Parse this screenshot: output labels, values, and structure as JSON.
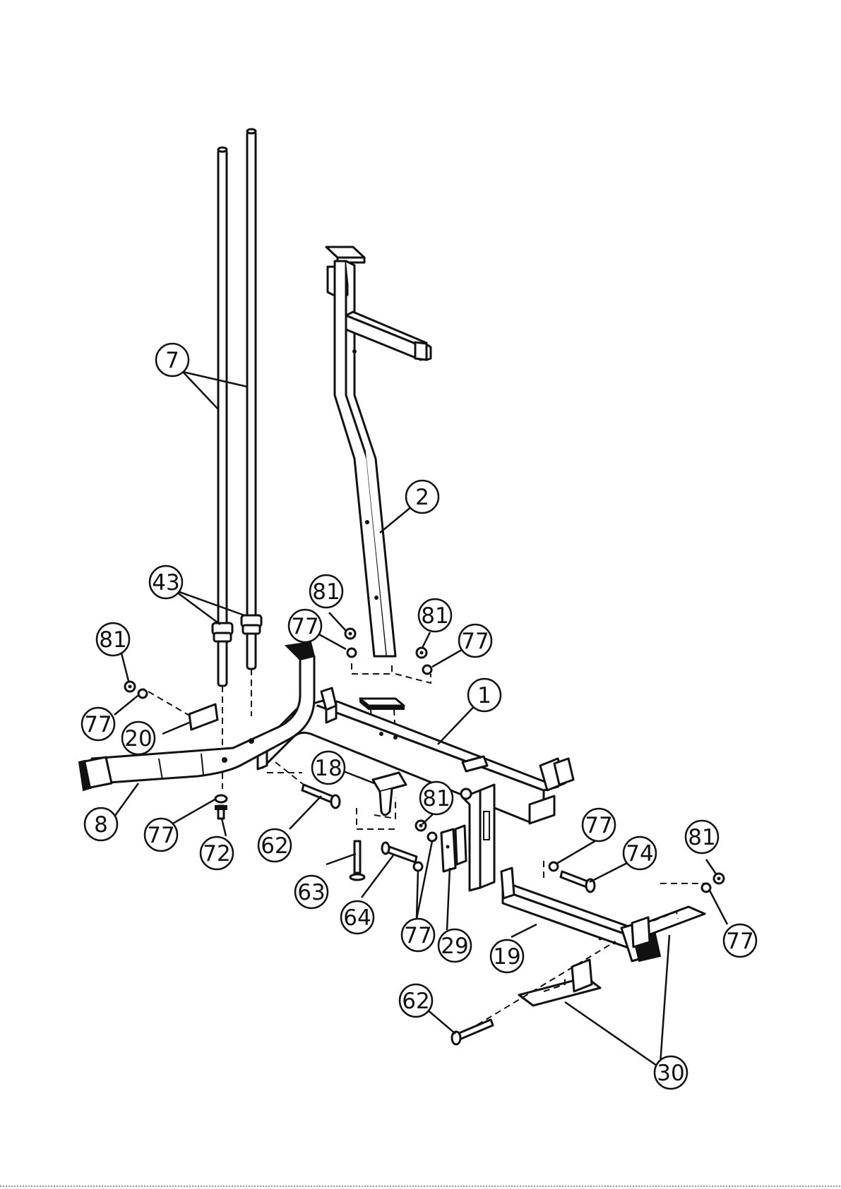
{
  "diagram": {
    "type": "exploded-assembly",
    "callouts": [
      {
        "id": "c7",
        "label": "7"
      },
      {
        "id": "c2",
        "label": "2"
      },
      {
        "id": "c43",
        "label": "43"
      },
      {
        "id": "c81a",
        "label": "81"
      },
      {
        "id": "c77a",
        "label": "77"
      },
      {
        "id": "c81b",
        "label": "81"
      },
      {
        "id": "c77b",
        "label": "77"
      },
      {
        "id": "c81c",
        "label": "81"
      },
      {
        "id": "c77c",
        "label": "77"
      },
      {
        "id": "c1",
        "label": "1"
      },
      {
        "id": "c20",
        "label": "20"
      },
      {
        "id": "c18",
        "label": "18"
      },
      {
        "id": "c8",
        "label": "8"
      },
      {
        "id": "c77d",
        "label": "77"
      },
      {
        "id": "c72",
        "label": "72"
      },
      {
        "id": "c62a",
        "label": "62"
      },
      {
        "id": "c81d",
        "label": "81"
      },
      {
        "id": "c63",
        "label": "63"
      },
      {
        "id": "c64",
        "label": "64"
      },
      {
        "id": "c77e",
        "label": "77"
      },
      {
        "id": "c29",
        "label": "29"
      },
      {
        "id": "c77f",
        "label": "77"
      },
      {
        "id": "c74",
        "label": "74"
      },
      {
        "id": "c81e",
        "label": "81"
      },
      {
        "id": "c77g",
        "label": "77"
      },
      {
        "id": "c19",
        "label": "19"
      },
      {
        "id": "c62b",
        "label": "62"
      },
      {
        "id": "c30",
        "label": "30"
      }
    ]
  }
}
